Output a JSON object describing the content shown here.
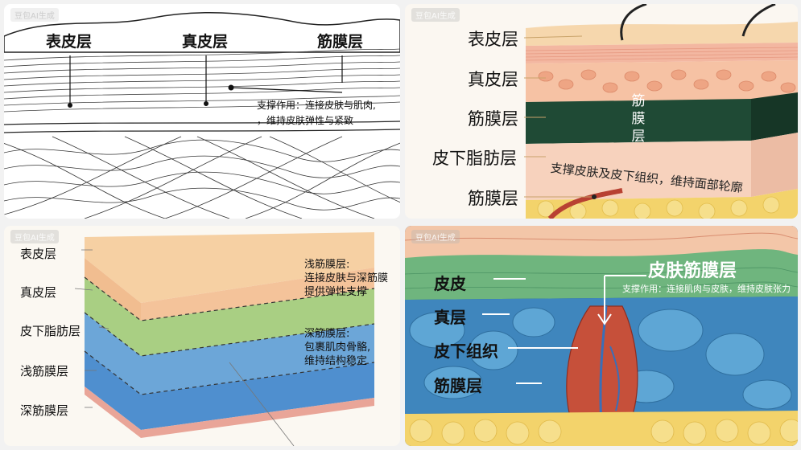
{
  "watermark": "豆包AI生成",
  "panel1": {
    "labels": {
      "epidermis": "表皮层",
      "dermis": "真皮层",
      "fascia": "筋膜层"
    },
    "note_line1": "支撑作用：连接皮肤与肌肉,",
    "note_line2": "，维持皮肤弹性与紧致"
  },
  "panel2": {
    "labels": {
      "epidermis": "表皮层",
      "dermis": "真皮层",
      "fascia": "筋膜层",
      "subcutaneous": "皮下脂肪层",
      "fascia_bottom": "筋膜层"
    },
    "vertical_label": [
      "筋",
      "膜",
      "层"
    ],
    "note": "支撑皮肤及皮下组织，维持面部轮廓"
  },
  "panel3": {
    "labels": {
      "epidermis": "表皮层",
      "dermis": "真皮层",
      "subcutaneous": "皮下脂肪层",
      "superficial_fascia": "浅筋膜层",
      "deep_fascia": "深筋膜层"
    },
    "note_superficial": [
      "浅筋膜层:",
      "连接皮肤与深筋膜",
      "提供弹性支撑"
    ],
    "note_deep": [
      "深筋膜层:",
      "包裹肌肉骨骼,",
      "维持结构稳定"
    ]
  },
  "panel4": {
    "title": "皮肤筋膜层",
    "subtitle": "支撑作用：连接肌肉与皮肤，维持皮肤张力",
    "labels": {
      "skin": "皮皮",
      "dermis": "真层",
      "subcutaneous": "皮下组织",
      "fascia": "筋膜层"
    }
  },
  "colors": {
    "epidermis": "#f6d7ad",
    "dermis_pink": "#f3b7a1",
    "fascia_green": "#1f4a35",
    "fat_yellow": "#f3d36b",
    "light_green": "#a9cf83",
    "blue": "#4f8fcf",
    "muscle_red": "#c6503a"
  }
}
